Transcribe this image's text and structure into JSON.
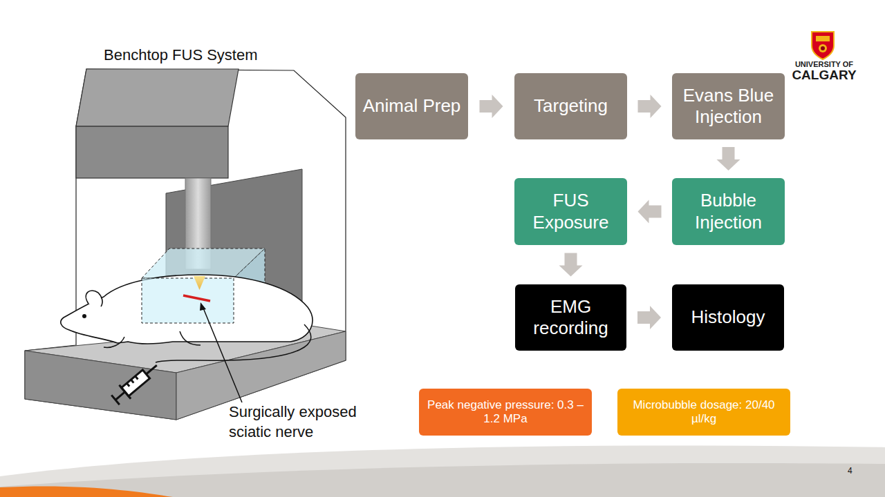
{
  "diagram": {
    "nodes": [
      {
        "text": [
          "Animal Prep"
        ]
      },
      {
        "text": [
          "Targeting"
        ]
      },
      {
        "text": [
          "Evans Blue Injection"
        ]
      },
      {
        "text": [
          "Bubble Injection"
        ]
      },
      {
        "text": [
          "FUS Exposure"
        ]
      },
      {
        "text": [
          "EMG recording"
        ]
      },
      {
        "text": [
          "Histology"
        ]
      },
      {
        "text": [
          "Peak negative pressure: 0.3 – 1.2 MPa"
        ]
      },
      {
        "text": [
          "Microbubble dosage: 20/40 µl/kg"
        ]
      }
    ],
    "edges": [
      {
        "from": 0,
        "to": 1,
        "arrow": "to"
      },
      {
        "from": 1,
        "to": 2,
        "arrow": "to"
      },
      {
        "from": 2,
        "to": 3,
        "arrow": "to"
      },
      {
        "from": 3,
        "to": 4,
        "arrow": "to"
      },
      {
        "from": 4,
        "to": 5,
        "arrow": "to"
      },
      {
        "from": 5,
        "to": 6,
        "arrow": "to"
      }
    ],
    "labels": [
      "Benchtop FUS System",
      "Surgically exposed sciatic nerve",
      "UNIVERSITY OF",
      "CALGARY",
      "4"
    ]
  }
}
